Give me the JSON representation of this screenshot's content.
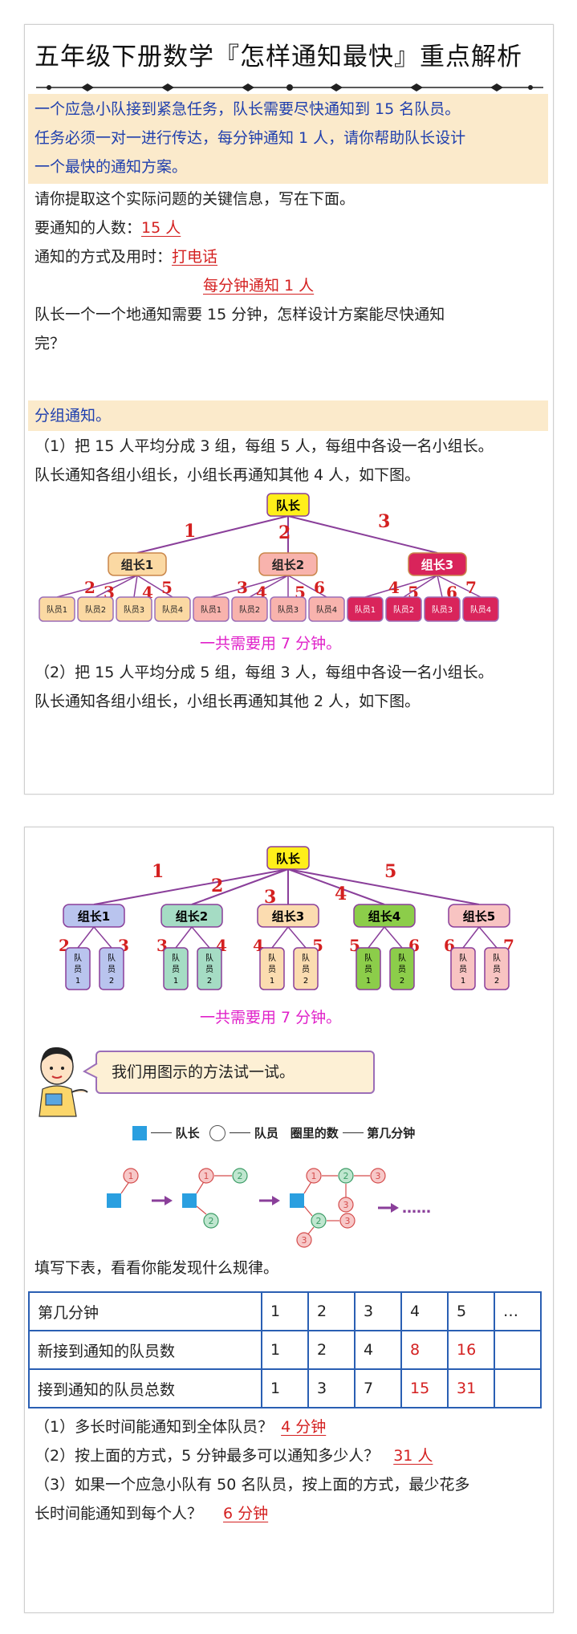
{
  "title": "五年级下册数学『怎样通知最快』重点解析",
  "problem": {
    "lines": [
      "一个应急小队接到紧急任务，队长需要尽快通知到 15 名队员。",
      "任务必须一对一进行传达，每分钟通知 1 人，请你帮助队长设计",
      "一个最快的通知方案。"
    ]
  },
  "extract": {
    "prompt": "请你提取这个实际问题的关键信息，写在下面。",
    "people_label": "要通知的人数：",
    "people_answer": "15 人",
    "method_label": "通知的方式及用时：",
    "method_answer": "打电话",
    "rate_answer": "每分钟通知 1 人",
    "question_lines": [
      "队长一个一个地通知需要 15 分钟，怎样设计方案能尽快通知",
      "完？"
    ]
  },
  "group_heading": "分组通知。",
  "plan1": {
    "lines": [
      "（1）把 15 人平均分成 3 组，每组 5 人，每组中各设一名小组长。",
      "队长通知各组小组长，小组长再通知其他 4 人，如下图。"
    ],
    "leader": "队长",
    "groups": [
      {
        "name": "组长1",
        "edge": "1",
        "members": [
          "队员1",
          "队员2",
          "队员3",
          "队员4"
        ],
        "member_edges": [
          "2",
          "3",
          "4",
          "5"
        ]
      },
      {
        "name": "组长2",
        "edge": "2",
        "members": [
          "队员1",
          "队员2",
          "队员3",
          "队员4"
        ],
        "member_edges": [
          "3",
          "4",
          "5",
          "6"
        ]
      },
      {
        "name": "组长3",
        "edge": "3",
        "members": [
          "队员1",
          "队员2",
          "队员3",
          "队员4"
        ],
        "member_edges": [
          "4",
          "5",
          "6",
          "7"
        ]
      }
    ],
    "total": "一共需要用 7 分钟。",
    "colors": {
      "leader": "#ffef1a",
      "g1": "#fbd9a3",
      "g2": "#f8b3ad",
      "g3": "#d9245b",
      "line": "#8a3f9a",
      "num": "#d42020"
    }
  },
  "plan2": {
    "lines": [
      "（2）把 15 人平均分成 5 组，每组 3 人，每组中各设一名小组长。",
      "队长通知各组小组长，小组长再通知其他 2 人，如下图。"
    ],
    "leader": "队长",
    "groups": [
      {
        "name": "组长1",
        "edge": "1",
        "members": [
          "队员1",
          "队员2"
        ],
        "member_edges": [
          "2",
          "3"
        ],
        "color": "#b9c4ee"
      },
      {
        "name": "组长2",
        "edge": "2",
        "members": [
          "队员1",
          "队员2"
        ],
        "member_edges": [
          "3",
          "4"
        ],
        "color": "#a5dcc4"
      },
      {
        "name": "组长3",
        "edge": "3",
        "members": [
          "队员1",
          "队员2"
        ],
        "member_edges": [
          "4",
          "5"
        ],
        "color": "#fbdcb0"
      },
      {
        "name": "组长4",
        "edge": "4",
        "members": [
          "队员1",
          "队员2"
        ],
        "member_edges": [
          "5",
          "6"
        ],
        "color": "#8ccd4a"
      },
      {
        "name": "组长5",
        "edge": "5",
        "members": [
          "队员1",
          "队员2"
        ],
        "member_edges": [
          "6",
          "7"
        ],
        "color": "#f8c4c2"
      }
    ],
    "member_chars": [
      "队",
      "员"
    ],
    "total": "一共需要用 7 分钟。"
  },
  "speech": "我们用图示的方法试一试。",
  "legend": {
    "leader": "队长",
    "member": "队员",
    "circle": "圈里的数",
    "minute": "第几分钟"
  },
  "sequence": {
    "nodes_step1": [
      "1"
    ],
    "nodes_step2": [
      "1",
      "2",
      "2"
    ],
    "nodes_step3": [
      "1",
      "2",
      "3",
      "3",
      "2",
      "3",
      "3"
    ],
    "ellipsis": "……"
  },
  "table_prompt": "填写下表，看看你能发现什么规律。",
  "table": {
    "rows": [
      {
        "label": "第几分钟",
        "cells": [
          "1",
          "2",
          "3",
          "4",
          "5",
          "…"
        ],
        "red": [
          false,
          false,
          false,
          false,
          false,
          false
        ]
      },
      {
        "label": "新接到通知的队员数",
        "cells": [
          "1",
          "2",
          "4",
          "8",
          "16",
          ""
        ],
        "red": [
          false,
          false,
          false,
          true,
          true,
          false
        ]
      },
      {
        "label": "接到通知的队员总数",
        "cells": [
          "1",
          "3",
          "7",
          "15",
          "31",
          ""
        ],
        "red": [
          false,
          false,
          false,
          true,
          true,
          false
        ]
      }
    ]
  },
  "questions": [
    {
      "text": "（1）多长时间能通知到全体队员？",
      "answer": "4 分钟"
    },
    {
      "text": "（2）按上面的方式，5 分钟最多可以通知多少人？",
      "answer": "31 人"
    },
    {
      "text": "（3）如果一个应急小队有 50 名队员，按上面的方式，最少花多",
      "text2": "长时间能通知到每个人？",
      "answer": "6 分钟"
    }
  ]
}
